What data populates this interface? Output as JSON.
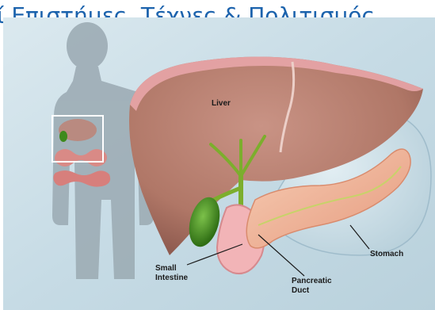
{
  "header": {
    "title": "ί Επιστήμες, Τέχνες & Πολιτισμός"
  },
  "illustration": {
    "labels": {
      "liver": "Liver",
      "small_intestine_1": "Small",
      "small_intestine_2": "Intestine",
      "pancreatic_duct_1": "Pancreatic",
      "pancreatic_duct_2": "Duct",
      "stomach": "Stomach"
    }
  },
  "colors": {
    "header_text": "#1c63ad",
    "background": "#c8dde8",
    "liver": "#b87f72",
    "pancreas": "#f0b497",
    "gallbladder": "#3e8a1c"
  }
}
